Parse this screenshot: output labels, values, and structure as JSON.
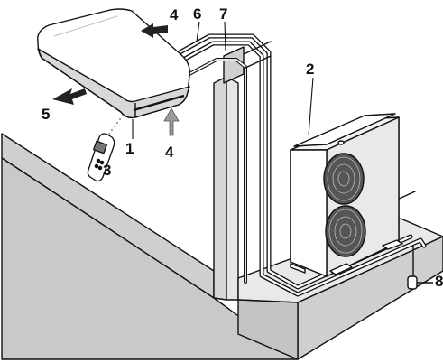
{
  "labels": {
    "indoor_unit": "1",
    "outdoor_unit": "2",
    "remote_control": "3",
    "air_inlet_top": "4",
    "air_inlet_bottom": "4",
    "air_outlet": "5",
    "pipe_a": "6",
    "pipe_b": "7",
    "drain": "8"
  },
  "colors": {
    "outline": "#111111",
    "wall_fill": "#cfcfcf",
    "wall_front": "#c9c9c9",
    "pillar_fill": "#d6d6d6",
    "unit_fill": "#ffffff",
    "unit_shadow": "#d8d8d8",
    "arrow_dark": "#222222",
    "arrow_grey": "#9a9a9a"
  },
  "icons": {
    "indoor_unit": "wall-split-indoor-unit",
    "outdoor_unit": "outdoor-condenser-unit",
    "remote_control": "remote-control-icon",
    "airflow_arrows": "arrow-icon"
  }
}
